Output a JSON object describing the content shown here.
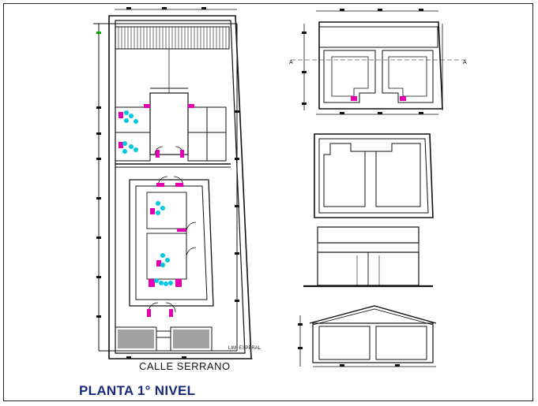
{
  "drawing": {
    "street_label": "CALLE SERRANO",
    "plan_title": "PLANTA 1° NIVEL",
    "small_note": "LIM. ESPERAL",
    "section_mark_left": "A",
    "section_mark_right": "A"
  },
  "colors": {
    "line": "#111111",
    "accent": "#e000b0",
    "fixture": "#00c8e0",
    "title": "#1a2a7a",
    "dim": "#00aa00"
  }
}
